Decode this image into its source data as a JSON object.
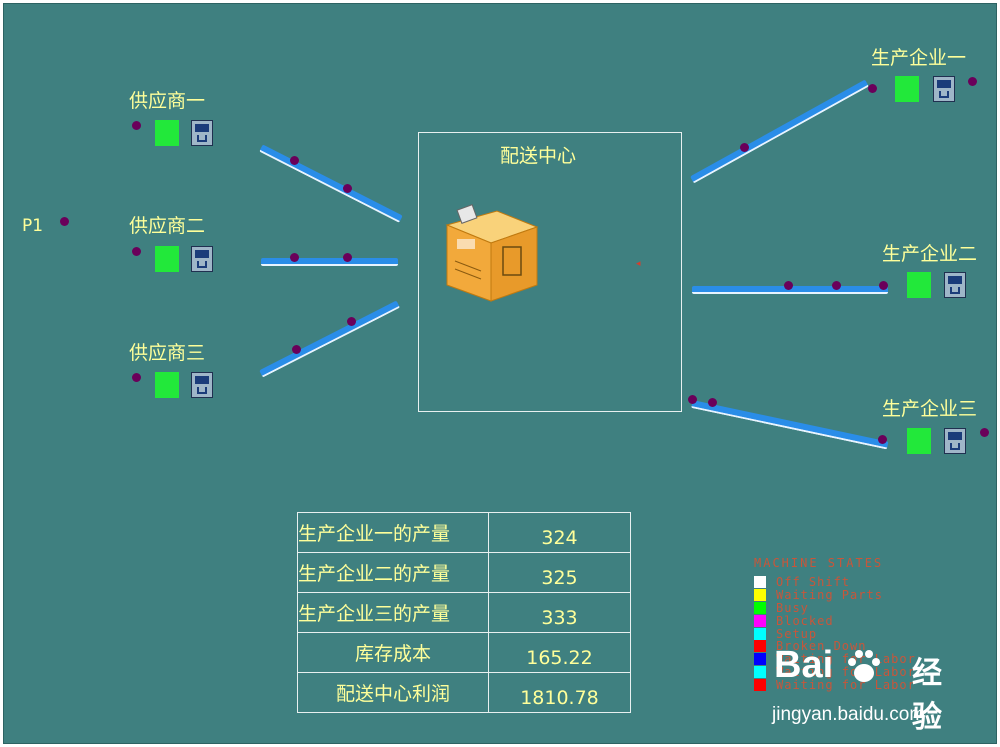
{
  "labels": {
    "source": "P1",
    "supplier_1": "供应商一",
    "supplier_2": "供应商二",
    "supplier_3": "供应商三",
    "distribution_center": "配送中心",
    "plant_1": "生产企业一",
    "plant_2": "生产企业二",
    "plant_3": "生产企业三"
  },
  "stats": [
    {
      "label": "生产企业一的产量",
      "value": "324"
    },
    {
      "label": "生产企业二的产量",
      "value": "325"
    },
    {
      "label": "生产企业三的产量",
      "value": "333"
    },
    {
      "label": "库存成本",
      "value": "165.22"
    },
    {
      "label": "配送中心利润",
      "value": "1810.78"
    }
  ],
  "legend": {
    "title": "MACHINE STATES",
    "items": [
      {
        "label": "Off Shift",
        "color": "#ffffff"
      },
      {
        "label": "Waiting Parts",
        "color": "#ffff00"
      },
      {
        "label": "Busy",
        "color": "#00ff00"
      },
      {
        "label": "Blocked",
        "color": "#ff00ff"
      },
      {
        "label": "Setup",
        "color": "#00ffff"
      },
      {
        "label": "Broken Down",
        "color": "#ff0000"
      },
      {
        "label": "Waiting for Labor",
        "color": "#0000ff"
      },
      {
        "label": "Waiting for Labor",
        "color": "#00ffff"
      },
      {
        "label": "Waiting for Labor",
        "color": "#ff0000"
      }
    ]
  },
  "watermark": {
    "brand": "Bai",
    "suffix": "经验",
    "url": "jingyan.baidu.com"
  },
  "colors": {
    "background": "#3f8080",
    "label_text": "#ffff9a",
    "conveyor": "#2a8de8",
    "machine_busy": "#22e83a",
    "part": "#6a005a"
  }
}
